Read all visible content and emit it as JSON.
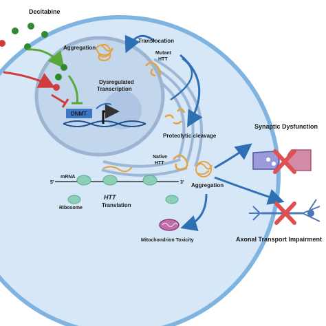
{
  "drug": {
    "name": "Decitabine",
    "color": "#5aa83a"
  },
  "nucleus": {
    "aggregation_label": "Aggregation",
    "dysregulated_line1": "Dysregulated",
    "dysregulated_line2": "Transcription",
    "dnmt_label": "DNMT"
  },
  "cytoplasm": {
    "translocation_label": "Translocation",
    "mutant_htt_line1": "Mutant",
    "mutant_htt_line2": "HTT",
    "proteolytic_label": "Proteolytic cleavage",
    "native_htt_line1": "Native",
    "native_htt_line2": "HTT",
    "aggregation_label": "Aggregation",
    "mrna_label": "mRNA",
    "five_prime": "5'",
    "three_prime": "3'",
    "ribosome_label": "Ribosome",
    "htt_italic": "HTT",
    "translation_label": "Translation",
    "mito_label": "Mitochondrion Toxicity"
  },
  "outcomes": {
    "synaptic": "Synaptic Dysfunction",
    "axonal": "Axonal Transport Impairment"
  },
  "colors": {
    "cell_fill": "#d6e7f7",
    "cell_border": "#7fb3e0",
    "nucleus_fill": "#c2d6ec",
    "arrow_blue": "#2f6fb4",
    "inhibit_red": "#d23b3b",
    "aggregate_orange": "#e6a23c",
    "cross_red": "#e05050",
    "dnmt_box": "#3b78c3"
  }
}
